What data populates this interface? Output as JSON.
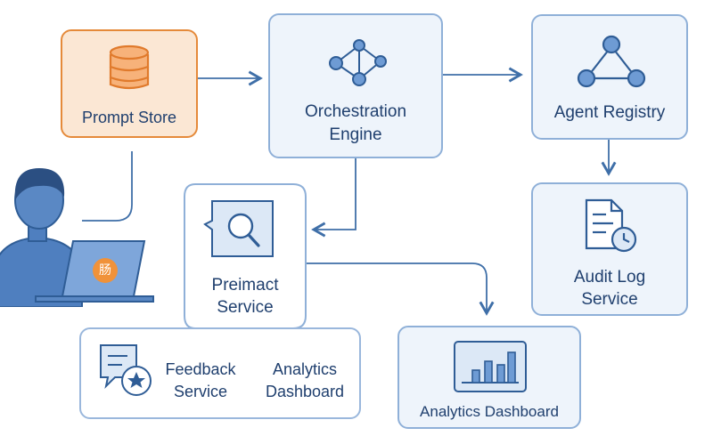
{
  "nodes": {
    "prompt_store": {
      "label": "Prompt Store"
    },
    "orchestration_engine": {
      "label_line1": "Orchestration",
      "label_line2": "Engine"
    },
    "agent_registry": {
      "label": "Agent Registry"
    },
    "audit_log_service": {
      "label_line1": "Audit Log",
      "label_line2": "Service"
    },
    "preimact_service": {
      "label_line1": "Preimact",
      "label_line2": "Service"
    },
    "feedback_service": {
      "label_line1": "Feedback",
      "label_line2": "Service"
    },
    "analytics_dashboard_inner": {
      "label_line1": "Analytics",
      "label_line2": "Dashboard"
    },
    "analytics_dashboard": {
      "label": "Analytics Dashboard"
    },
    "laptop_badge": "肠"
  },
  "icons": {
    "prompt_store": "database-icon",
    "orchestration_engine": "network-graph-icon",
    "agent_registry": "triangle-network-icon",
    "audit_log_service": "document-clock-icon",
    "preimact_service": "search-icon",
    "feedback_service": "chat-star-icon",
    "analytics_dashboard": "bar-chart-icon",
    "user": "user-with-laptop-icon"
  },
  "colors": {
    "box_fill": "#eef4fb",
    "box_border": "#8fb0d8",
    "accent_orange": "#e58a3a",
    "orange_fill": "#fbe7d4",
    "line_blue": "#3f6fa8",
    "text_navy": "#1f3f6e"
  }
}
